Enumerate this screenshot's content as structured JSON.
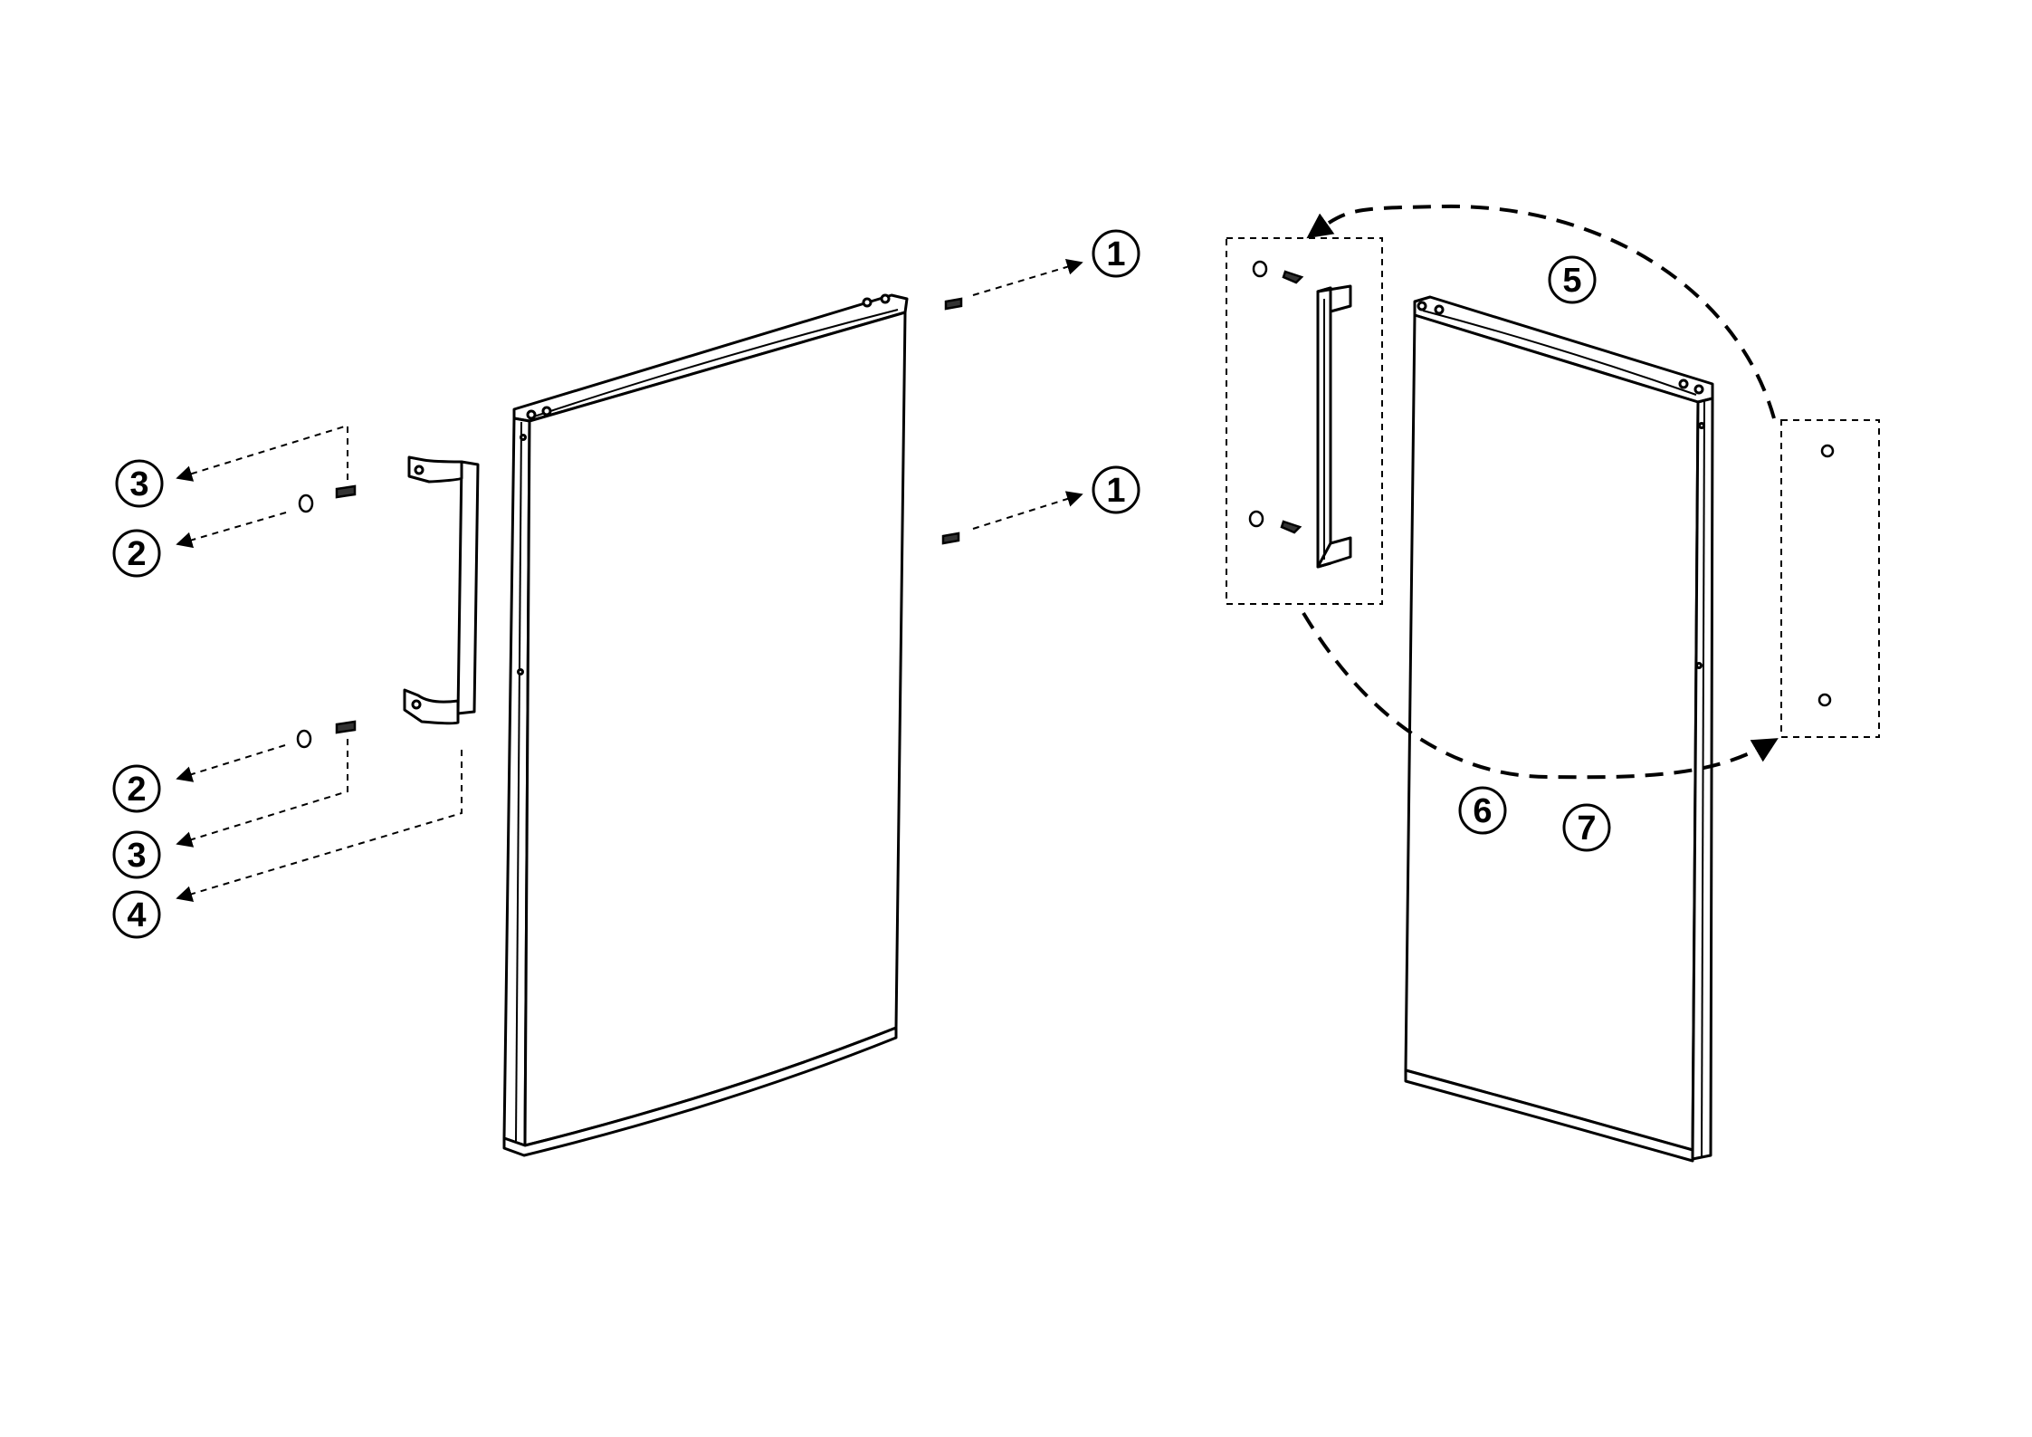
{
  "diagram": {
    "callouts": [
      {
        "id": "c1a",
        "label": "1"
      },
      {
        "id": "c1b",
        "label": "1"
      },
      {
        "id": "c3a",
        "label": "3"
      },
      {
        "id": "c2a",
        "label": "2"
      },
      {
        "id": "c2b",
        "label": "2"
      },
      {
        "id": "c3b",
        "label": "3"
      },
      {
        "id": "c4",
        "label": "4"
      },
      {
        "id": "c5",
        "label": "5"
      },
      {
        "id": "c6",
        "label": "6"
      },
      {
        "id": "c7",
        "label": "7"
      }
    ]
  },
  "colors": {
    "line": "#000000",
    "panel_fill": "#ffffff",
    "background": "#ffffff"
  }
}
